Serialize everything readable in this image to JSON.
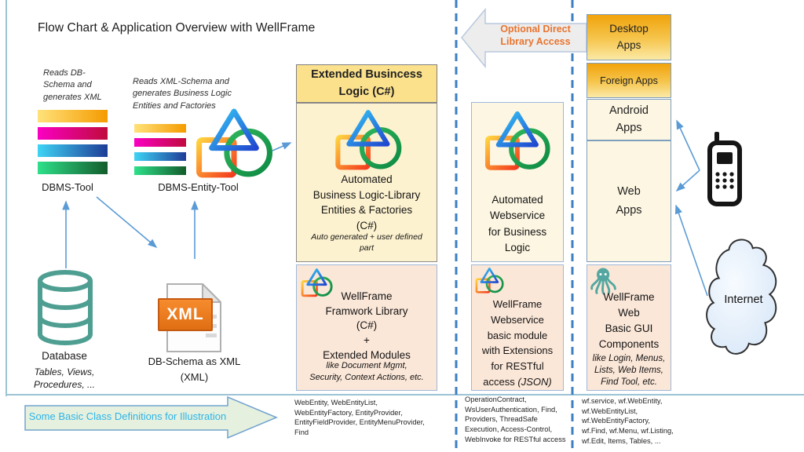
{
  "title": "Flow Chart & Application Overview with WellFrame",
  "generators": {
    "dbms_tool_caption": "Reads DB-\nSchema and\ngenerates XML",
    "dbms_tool_label": "DBMS-Tool",
    "entity_tool_caption": "Reads XML-Schema and\ngenerates Business Logic\nEntities and Factories",
    "entity_tool_label": "DBMS-Entity-Tool"
  },
  "database": {
    "label": "Database",
    "note": "Tables, Views,\nProcedures, ..."
  },
  "xml_document": {
    "badge": "XML",
    "label": "DB-Schema as XML\n(XML)"
  },
  "logic_column": {
    "header": "Extended Busincess\nLogic (C#)",
    "automated_box": {
      "text": "Automated\nBusiness Logic-Library\nEntities & Factories\n(C#)",
      "note": "Auto generated + user defined\npart"
    },
    "framework_box": {
      "text": "WellFrame\nFramwork Library\n(C#)\n+\nExtended Modules",
      "note": "like Document Mgmt,\nSecurity, Context Actions, etc."
    },
    "footnote": "WebEntity, WebEntityList,\nWebEntityFactory, EntityProvider,\nEntityFieldProvider, EntityMenuProvider,\nFind"
  },
  "webservice_column": {
    "automated_box": {
      "text": "Automated\nWebservice\nfor Business\nLogic"
    },
    "basic_box": {
      "text": "WellFrame\nWebservice\nbasic module\nwith Extensions\nfor RESTful\naccess ",
      "note": "(JSON)"
    },
    "footnote": "OperationContract,\nWsUserAuthentication, Find,\nProviders, ThreadSafe\nExecution, Access-Control,\nWebInvoke for RESTful access"
  },
  "apps_column": {
    "desktop": "Desktop\nApps",
    "foreign": "Foreign Apps",
    "android": "Android\nApps",
    "web": "Web\nApps",
    "gui_box": {
      "text": "WellFrame\nWeb\nBasic GUI\nComponents",
      "note": "like Login, Menus,\nLists, Web Items,\nFind Tool, etc."
    },
    "footnote": "wf.service, wf.WebEntity,\nwf.WebEntityList,\nwf.WebEntityFactory,\nwf.Find, wf.Menu, wf.Listing,\nwf.Edit, Items, Tables, ..."
  },
  "banners": {
    "library_access": "Optional Direct\nLibrary Access",
    "class_definitions": "Some Basic Class Definitions for Illustration"
  },
  "internet_label": "Internet",
  "icons": {
    "logo": "triangle-circle-square-logo",
    "database": "database-cylinder-icon",
    "xml": "xml-document-icon",
    "octopus": "octopus-icon",
    "phone": "mobile-phone-icon",
    "cloud": "internet-cloud"
  },
  "colors": {
    "accent_blue": "#5B9BD5",
    "dashed_blue": "#3E7EC1",
    "frame_blue": "#9CC3D5",
    "header_amber": "#FBE18C",
    "cream": "#FDF6E2",
    "cream_deep": "#FDF2CF",
    "peach": "#FBE7D8",
    "apps_gradient_top": "#F1A30B",
    "apps_gradient_bottom": "#FBE9A0",
    "orange_text": "#E8742F",
    "cyan_text": "#2FB3E8",
    "teal": "#4E9E92",
    "xml_orange": "#ED7D31"
  }
}
